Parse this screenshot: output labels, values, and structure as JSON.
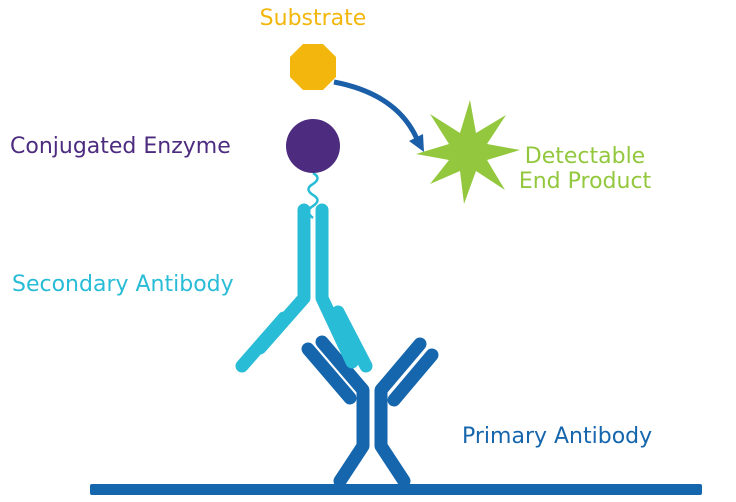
{
  "diagram": {
    "type": "elisa-assay-schematic",
    "labels": {
      "substrate": "Substrate",
      "conjugated_enzyme": "Conjugated Enzyme",
      "detectable_end_product": "Detectable\nEnd Product",
      "secondary_antibody": "Secondary Antibody",
      "primary_antibody": "Primary Antibody"
    },
    "colors": {
      "substrate": "#F2B60D",
      "enzyme": "#4D2C7F",
      "secondary": "#29BCD6",
      "primary": "#1566AD",
      "arrow": "#1C5FA9",
      "product": "#93C83E"
    },
    "icons": [
      "substrate-octagon-icon",
      "enzyme-circle-icon",
      "linker-squiggle-icon",
      "reaction-arrow-icon",
      "product-starburst-icon",
      "secondary-antibody-shape",
      "primary-antibody-shape",
      "assay-surface-bar"
    ]
  }
}
